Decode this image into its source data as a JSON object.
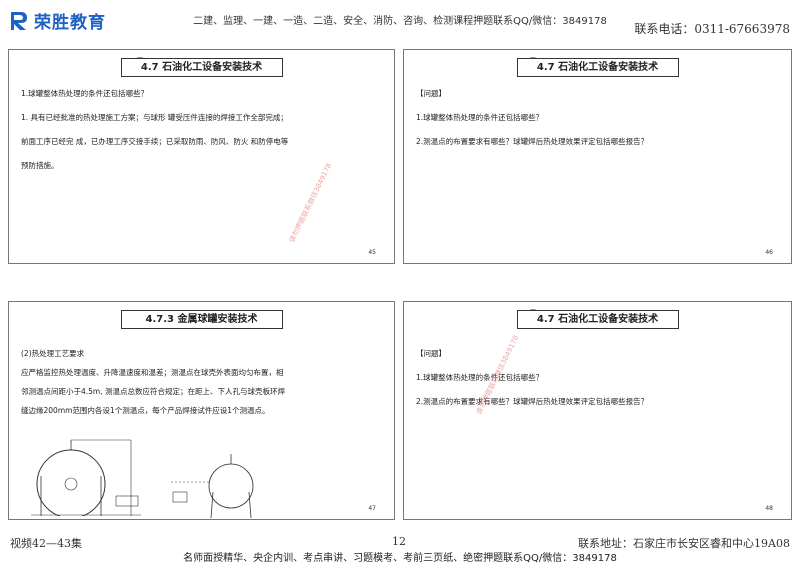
{
  "header": {
    "logo_text": "荣胜教育",
    "banner": "二建、监理、一建、一造、二造、安全、消防、咨询、检测课程押题联系QQ/微信：3849178",
    "phone": "联系电话：0311-67663978"
  },
  "slides": [
    {
      "title": "4.7 石油化工设备安装技术",
      "lines": [
        "1.球罐整体热处理的条件还包括哪些？",
        "1. 具有已经批准的热处理施工方案；与球形 罐受压件连接的焊接工作全部完成；",
        "前面工序已经完 成，已办理工序交接手续；已采取防雨、防风、防火 和防停电等",
        "预防措施。"
      ],
      "page": "45",
      "watermark": "请勿押题联系微信3849178"
    },
    {
      "title": "4.7 石油化工设备安装技术",
      "lines": [
        "【问题】",
        "1.球罐整体热处理的条件还包括哪些？",
        "2.测温点的布置要求有哪些？球罐焊后热处理效果评定包括哪些报告？"
      ],
      "page": "46"
    },
    {
      "title": "4.7.3 金属球罐安装技术",
      "lines": [
        "(2)热处理工艺要求",
        "应严格监控热处理温度、升降温速度和温差；测温点在球壳外表面均匀布置，相",
        "邻测温点间距小于4.5m, 测温点总数应符合规定；在距上、下人孔与球壳板环焊",
        "缝边缘200mm范围内各设1个测温点，每个产品焊接试件应设1个测温点。"
      ],
      "page": "47"
    },
    {
      "title": "4.7 石油化工设备安装技术",
      "lines": [
        "【问题】",
        "1.球罐整体热处理的条件还包括哪些？",
        "2.测温点的布置要求有哪些？球罐焊后热处理效果评定包括哪些报告？"
      ],
      "page": "48",
      "watermark": "请勿押题联系微信3849178"
    }
  ],
  "footer": {
    "video": "视频42—43集",
    "page": "12",
    "address": "联系地址：石家庄市长安区睿和中心19A08",
    "banner": "名师面授精华、央企内训、考点串讲、习题模考、考前三页纸、绝密押题联系QQ/微信：3849178"
  }
}
